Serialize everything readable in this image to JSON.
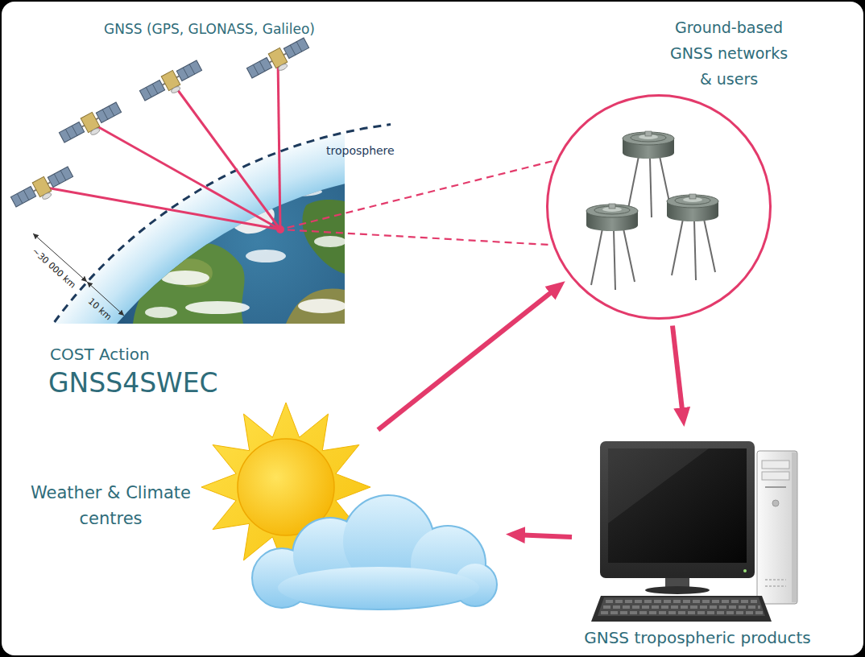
{
  "diagram": {
    "nodes": [
      {
        "text": [
          "GNSS (GPS, GLONASS, Galileo)"
        ]
      },
      {
        "text": [
          "Ground-based GNSS networks & users"
        ]
      },
      {
        "text": [
          "GNSS tropospheric products"
        ]
      },
      {
        "text": [
          "Weather & Climate centres"
        ]
      }
    ],
    "edges": [
      {
        "from": 0,
        "to": 1,
        "arrow": "none"
      },
      {
        "from": 1,
        "to": 2,
        "arrow": "to"
      },
      {
        "from": 2,
        "to": 3,
        "arrow": "to"
      },
      {
        "from": 3,
        "to": 1,
        "arrow": "to"
      }
    ],
    "labels": [
      "troposphere",
      "~30 000 km",
      "10 km",
      "COST Action",
      "GNSS4SWEC"
    ]
  }
}
